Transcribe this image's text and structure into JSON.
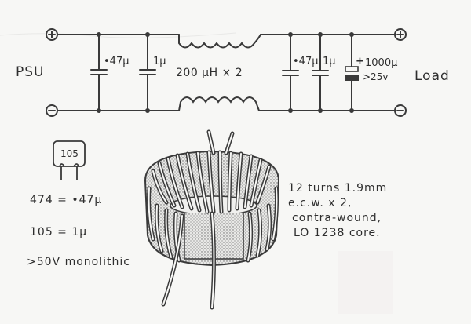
{
  "schematic": {
    "input_label": "PSU",
    "output_label": "Load",
    "terminals": {
      "in_pos": "+",
      "in_neg": "−",
      "out_pos": "+",
      "out_neg": "−"
    },
    "input_caps": [
      {
        "value": "•47μ"
      },
      {
        "value": "1μ"
      }
    ],
    "inductor_label": "200 μH × 2",
    "output_caps": [
      {
        "value": "•47μ"
      },
      {
        "value": "1μ"
      }
    ],
    "electrolytic": {
      "polarity": "+",
      "value": "1000μ",
      "voltage": ">25v"
    }
  },
  "capacitor_legend": {
    "package_marking": "105",
    "lines": [
      "474 = •47μ",
      "105 = 1μ",
      ">50V monolithic"
    ]
  },
  "toroid_notes": {
    "lines": [
      "12 turns 1.9mm",
      "e.c.w.  x 2,",
      "contra-wound,",
      "LO 1238 core."
    ]
  },
  "colors": {
    "ink": "#3a3a3a",
    "paper": "#f7f7f5",
    "stipple": "#8a8a8a"
  }
}
